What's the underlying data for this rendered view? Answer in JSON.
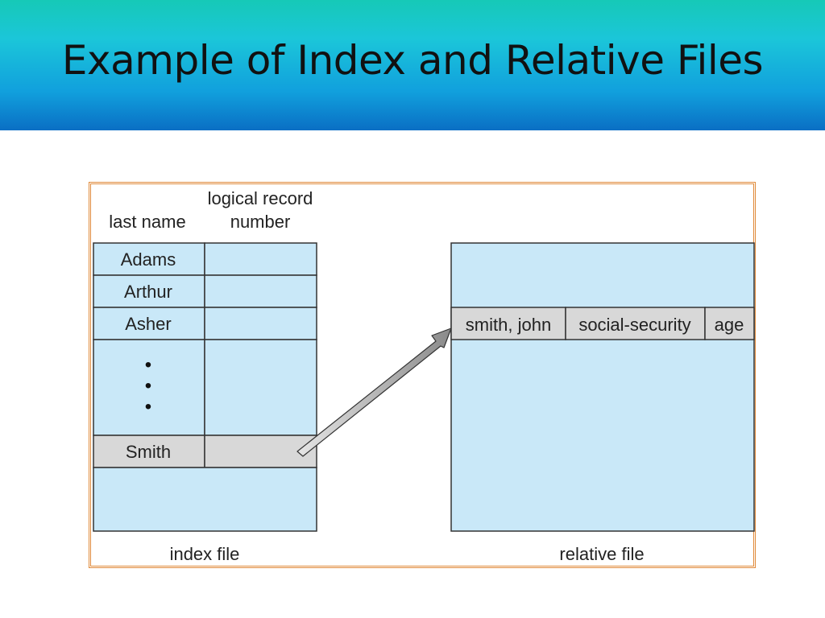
{
  "slide": {
    "title": "Example of Index and Relative Files"
  },
  "diagram": {
    "index_file": {
      "header_last_name": "last name",
      "header_logical_record_line1": "logical record",
      "header_logical_record_line2": "number",
      "rows": [
        "Adams",
        "Arthur",
        "Asher",
        "Smith"
      ],
      "ellipsis": "•",
      "caption": "index file"
    },
    "relative_file": {
      "record_fields": [
        "smith, john",
        "social-security",
        "age"
      ],
      "caption": "relative file"
    },
    "colors": {
      "cell_fill": "#c9e8f8",
      "highlight_fill": "#d8d8d8",
      "frame_border": "#e08a3a"
    }
  }
}
